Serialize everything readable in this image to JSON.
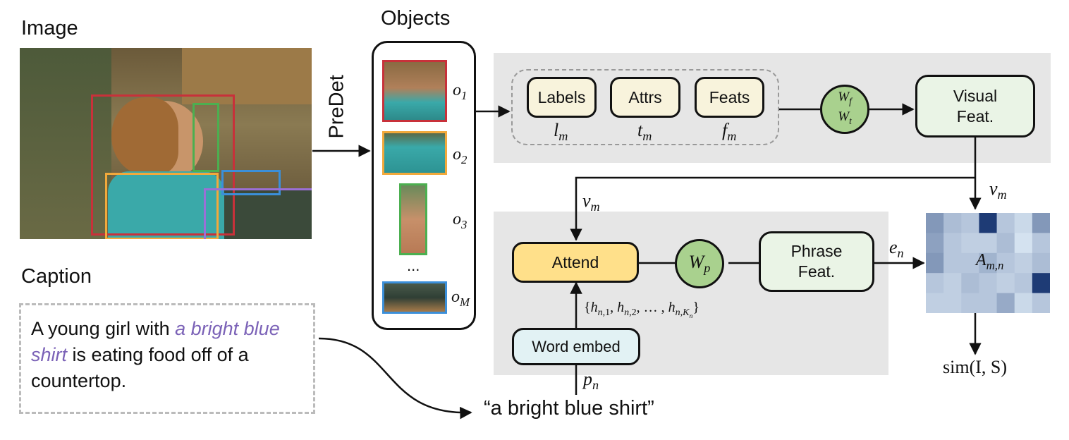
{
  "image_label": "Image",
  "objects_label": "Objects",
  "caption_label": "Caption",
  "predet_label": "PreDet",
  "caption": {
    "part1": "A young girl with ",
    "highlight": "a bright blue shirt",
    "part2": " is eating food off of a countertop."
  },
  "objects": {
    "o1": "o",
    "o1_sub": "1",
    "o2": "o",
    "o2_sub": "2",
    "o3": "o",
    "o3_sub": "3",
    "ellipsis": "...",
    "oM": "o",
    "oM_sub": "M"
  },
  "top_row": {
    "labels": "Labels",
    "attrs": "Attrs",
    "feats": "Feats",
    "l_m": "l",
    "t_m": "t",
    "f_m": "f",
    "m": "m",
    "wf": "W",
    "wf_sub": "f",
    "wt": "W",
    "wt_sub": "t",
    "visual_feat": "Visual Feat."
  },
  "bottom_row": {
    "attend": "Attend",
    "wp": "W",
    "wp_sub": "p",
    "phrase_feat": "Phrase Feat.",
    "word_embed": "Word embed",
    "h_set": "{h_{n,1}, h_{n,2}, ..., h_{n,K_n}}",
    "p_n": "p",
    "e_n": "e",
    "n": "n"
  },
  "v_m_right": "v",
  "v_m_left": "v",
  "matrix_label": "A",
  "matrix_sub": "m,n",
  "sim_label": "sim(I, S)",
  "phrase_quote": "“a bright blue shirt”",
  "colors": {
    "panel_bg": "#e6e6e6",
    "feature_box": "#f8f3dc",
    "attend": "#ffe08a",
    "weight_circle": "#a9d18e",
    "visual_feat": "#eaf4e6",
    "word_embed": "#e2f2f4",
    "highlight_text": "#7b62b7",
    "box_red": "#c8313a",
    "box_green": "#4caf50",
    "box_orange": "#f2a93b",
    "box_blue": "#3b8fd9",
    "box_purple": "#9b6fd6"
  },
  "matrix": [
    [
      0.45,
      0.25,
      0.2,
      0.95,
      0.2,
      0.1,
      0.45
    ],
    [
      0.4,
      0.2,
      0.15,
      0.15,
      0.25,
      0.05,
      0.2
    ],
    [
      0.45,
      0.2,
      0.2,
      0.3,
      0.2,
      0.15,
      0.25
    ],
    [
      0.2,
      0.15,
      0.25,
      0.2,
      0.15,
      0.2,
      0.95
    ],
    [
      0.15,
      0.15,
      0.2,
      0.2,
      0.35,
      0.1,
      0.2
    ]
  ]
}
